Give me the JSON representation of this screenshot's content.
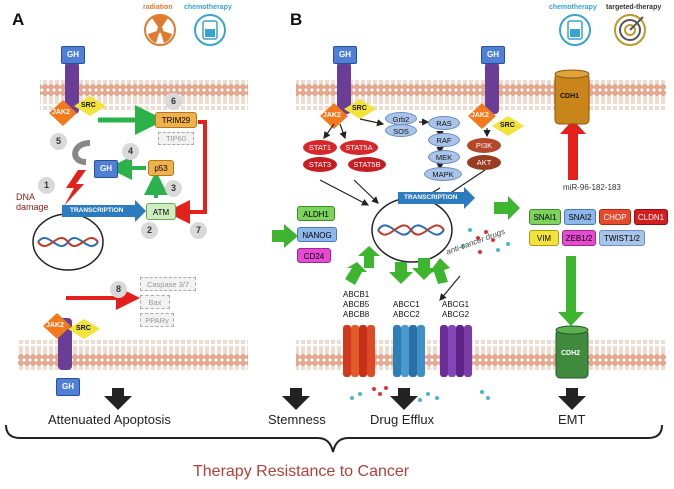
{
  "panels": {
    "a": "A",
    "b": "B"
  },
  "legend_icons": {
    "radiation": "radiation",
    "chemotherapy_a": "chemotherapy",
    "chemotherapy_b": "chemotherapy",
    "targeted": "targeted-therapy"
  },
  "panel_a": {
    "gh_top": "GH",
    "jak2_top": "JAK2",
    "src_top": "SRC",
    "trim29": "TRIM29",
    "tip60": "TIP60",
    "p53": "p53",
    "gh_mid": "GH",
    "atm": "ATM",
    "transcription": "TRANSCRIPTION",
    "dna_damage": "DNA damage",
    "caspase": "Caspase 3/7",
    "bax": "Bax",
    "ppar": "PPARγ",
    "jak2_bottom": "JAK2",
    "src_bottom": "SRC",
    "gh_bottom": "GH",
    "steps": [
      "1",
      "2",
      "3",
      "4",
      "5",
      "6",
      "7",
      "8"
    ]
  },
  "panel_b": {
    "gh1": "GH",
    "gh2": "GH",
    "jak2_1": "JAK2",
    "src_1": "SRC",
    "jak2_2": "JAK2",
    "src_2": "SRC",
    "stat1": "STAT1",
    "stat3": "STAT3",
    "stat5a": "STAT5A",
    "stat5b": "STAT5B",
    "grb2": "Grb2",
    "sos": "SOS",
    "ras": "RAS",
    "raf": "RAF",
    "mek": "MEK",
    "mapk": "MAPK",
    "pi3k": "PI3K",
    "akt": "AKT",
    "transcription": "TRANSCRIPTION",
    "aldh1": "ALDH1",
    "nanog": "NANOG",
    "cd24": "CD24",
    "anticancer": "anti-cancer drugs",
    "abcb": [
      "ABCB1",
      "ABCB5",
      "ABCB8"
    ],
    "abcc": [
      "ABCC1",
      "ABCC2"
    ],
    "abcg": [
      "ABCG1",
      "ABCG2"
    ],
    "cdh1": "CDH1",
    "cdh2": "CDH2",
    "mir": "miR-96-182-183",
    "snai1": "SNAI1",
    "snai2": "SNAI2",
    "chop": "CHOP",
    "cldn1": "CLDN1",
    "vim": "VIM",
    "zeb": "ZEB1/2",
    "twist": "TWIST1/2"
  },
  "outcomes": {
    "apoptosis": "Attenuated Apoptosis",
    "stemness": "Stemness",
    "efflux": "Drug Efflux",
    "emt": "EMT"
  },
  "title": "Therapy Resistance to Cancer",
  "colors": {
    "title": "#b0403a",
    "membrane_bead": "#e8a98c",
    "membrane_line": "#c97a5e",
    "receptor": "#6a3e97",
    "jak2": "#f27a1d",
    "src": "#f2e33a"
  }
}
